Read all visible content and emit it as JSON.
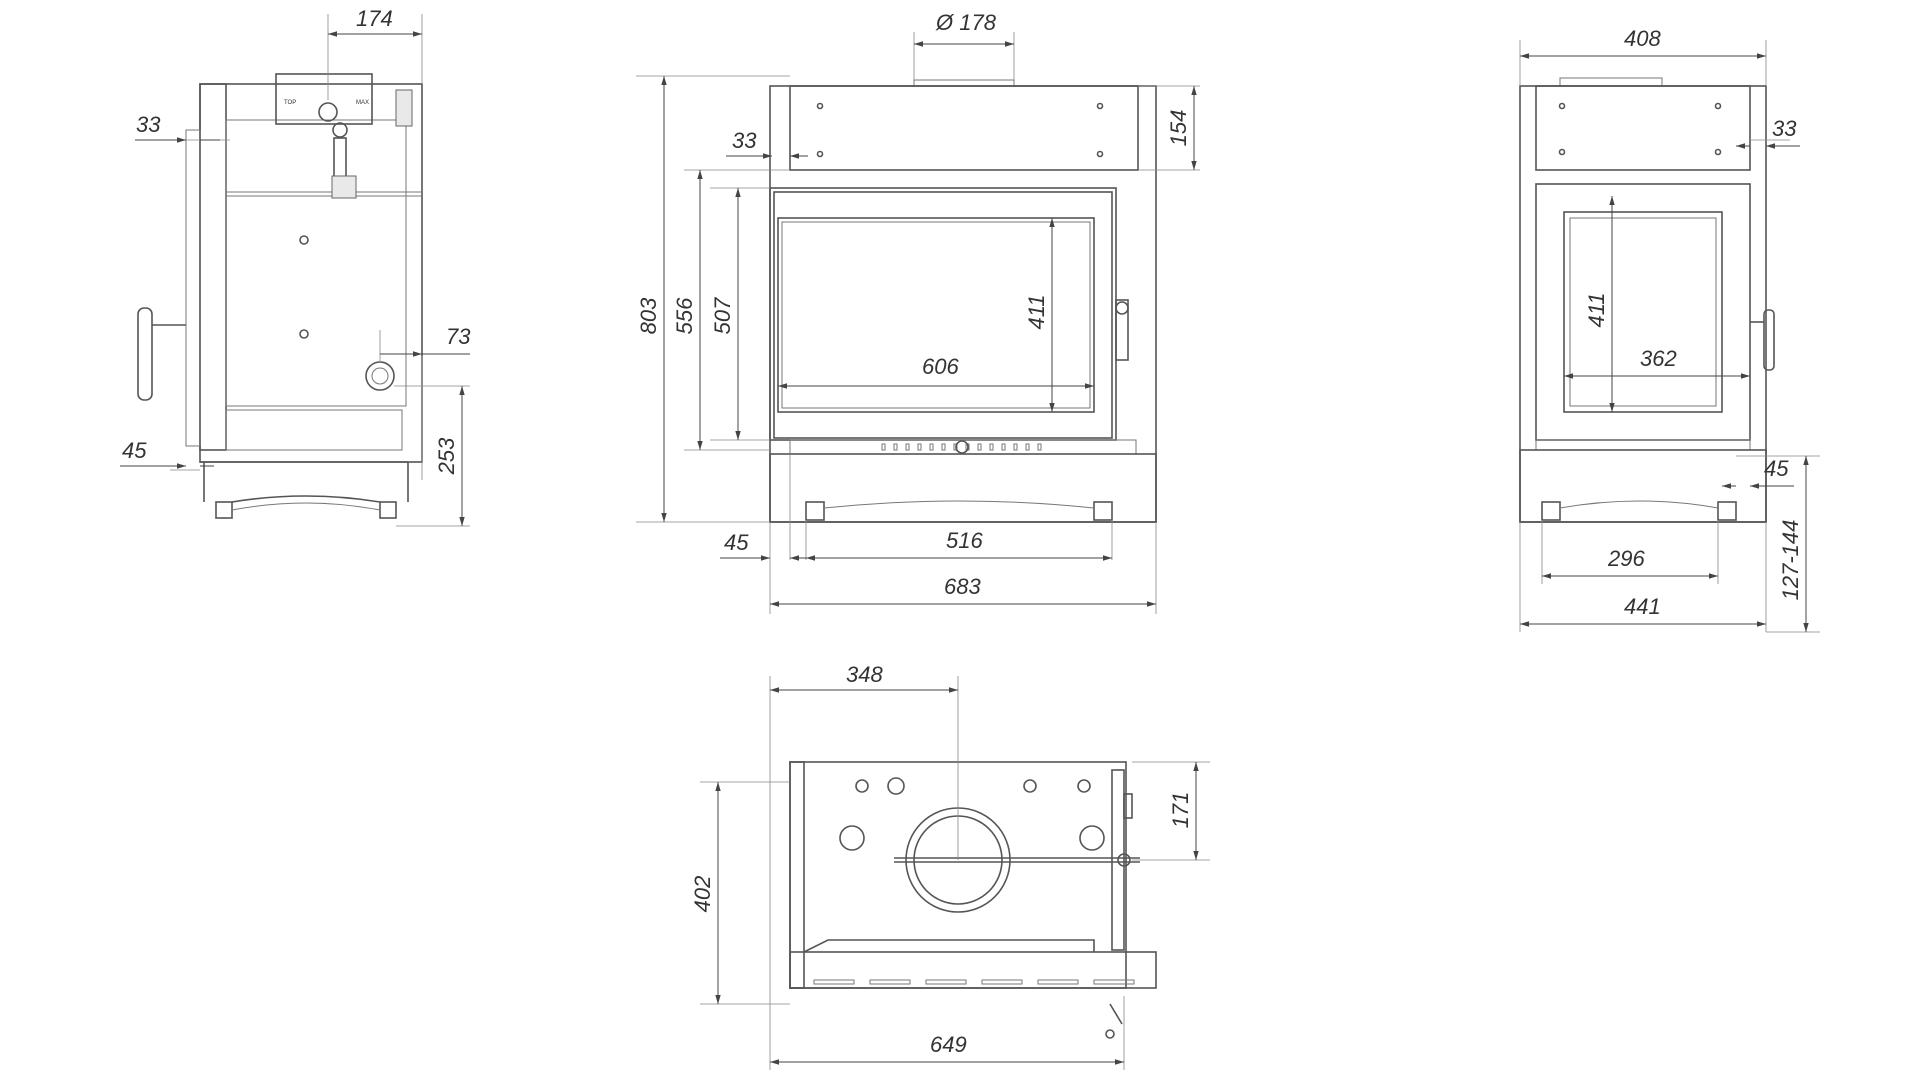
{
  "drawing": {
    "line_color": "#555555",
    "text_color": "#333333",
    "background": "#ffffff"
  },
  "side_view": {
    "dim_174": "174",
    "dim_33": "33",
    "dim_73": "73",
    "dim_45": "45",
    "dim_253": "253",
    "tiny_label_left": "TOP",
    "tiny_label_right": "MAX"
  },
  "front_view": {
    "dim_flue": "Ø 178",
    "dim_803": "803",
    "dim_556": "556",
    "dim_507": "507",
    "dim_154": "154",
    "dim_33": "33",
    "dim_411": "411",
    "dim_606": "606",
    "dim_45": "45",
    "dim_516": "516",
    "dim_683": "683"
  },
  "rear_view": {
    "dim_408": "408",
    "dim_33": "33",
    "dim_411": "411",
    "dim_362": "362",
    "dim_45": "45",
    "dim_296": "296",
    "dim_441": "441",
    "dim_127_144": "127-144"
  },
  "top_view": {
    "dim_348": "348",
    "dim_171": "171",
    "dim_402": "402",
    "dim_649": "649"
  }
}
